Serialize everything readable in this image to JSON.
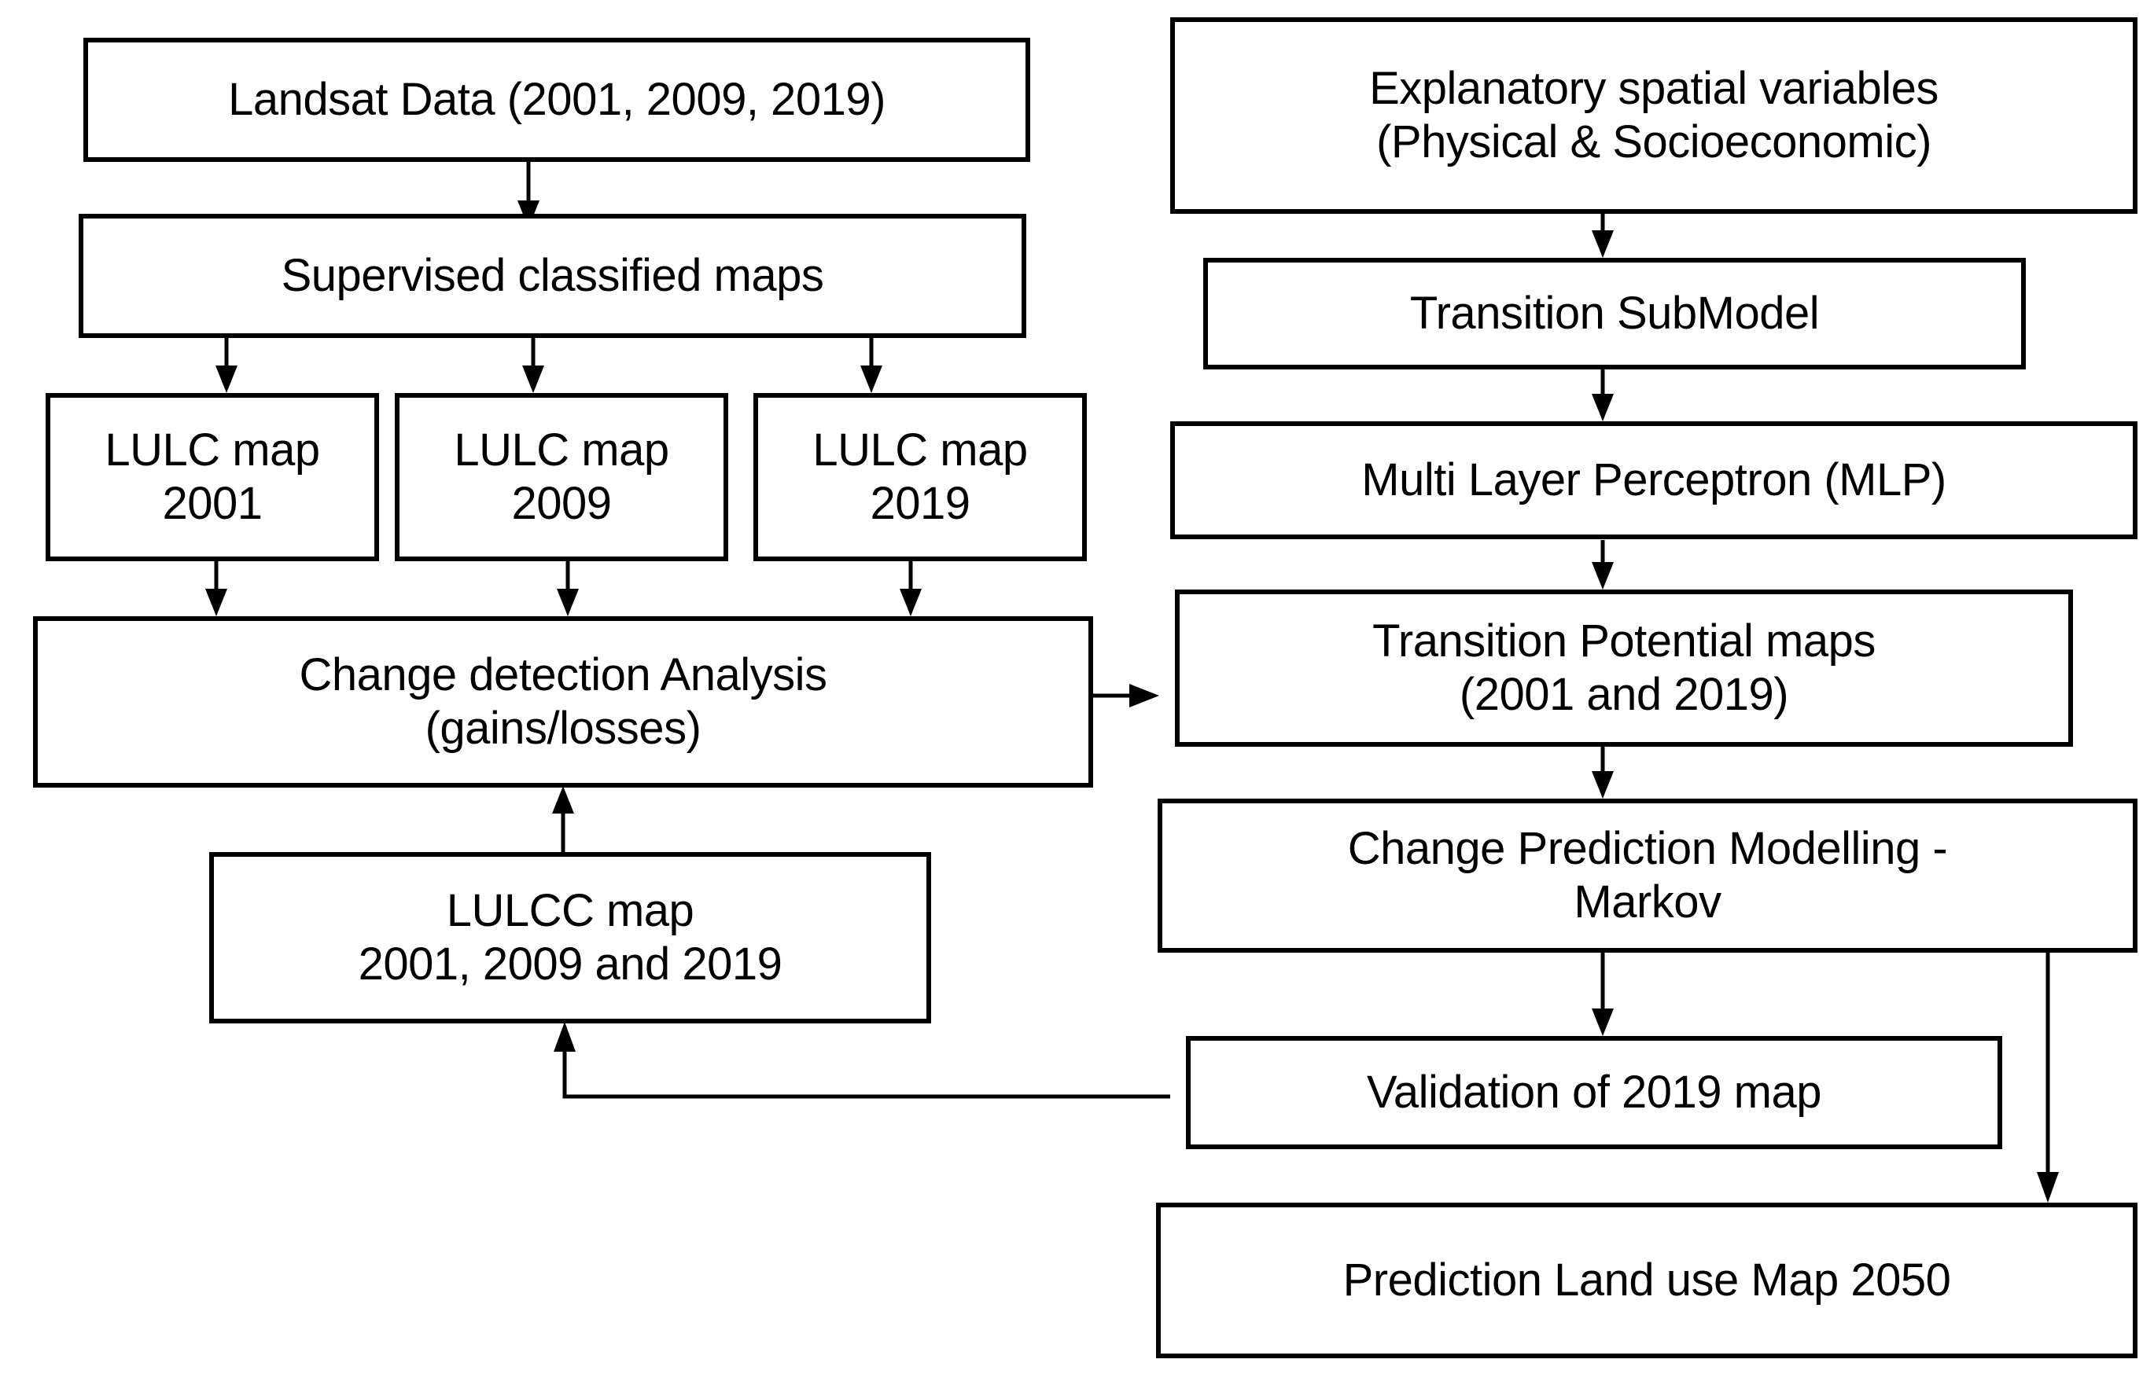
{
  "diagram": {
    "title": "LULC Change Detection and Prediction Modelling Workflow",
    "type": "flowchart",
    "background_color": "#ffffff",
    "stroke_color": "#000000",
    "text_color": "#000000"
  },
  "nodes": {
    "landsat_data": {
      "label": "Landsat Data (2001, 2009, 2019)"
    },
    "supervised_maps": {
      "label": "Supervised classified maps"
    },
    "lulc_2001": {
      "label": "LULC map\n2001"
    },
    "lulc_2009": {
      "label": "LULC map\n2009"
    },
    "lulc_2019": {
      "label": "LULC map\n2019"
    },
    "change_detection": {
      "label": "Change detection Analysis\n(gains/losses)"
    },
    "lulcc_map": {
      "label": "LULCC map\n2001, 2009 and 2019"
    },
    "explanatory_variables": {
      "label": "Explanatory spatial variables\n(Physical & Socioeconomic)"
    },
    "transition_submodel": {
      "label": "Transition SubModel"
    },
    "mlp": {
      "label": "Multi Layer Perceptron (MLP)"
    },
    "transition_potential": {
      "label": "Transition Potential maps\n(2001 and 2019)"
    },
    "change_prediction": {
      "label": "Change Prediction Modelling -\nMarkov"
    },
    "validation": {
      "label": "Validation of 2019 map"
    },
    "prediction_map": {
      "label": "Prediction Land use Map 2050"
    }
  },
  "edges": [
    {
      "from": "landsat_data",
      "to": "supervised_maps",
      "kind": "vertical-arrow"
    },
    {
      "from": "supervised_maps",
      "to": "lulc_2001",
      "kind": "vertical-arrow"
    },
    {
      "from": "supervised_maps",
      "to": "lulc_2009",
      "kind": "vertical-arrow"
    },
    {
      "from": "supervised_maps",
      "to": "lulc_2019",
      "kind": "vertical-arrow"
    },
    {
      "from": "lulc_2001",
      "to": "change_detection",
      "kind": "vertical-arrow"
    },
    {
      "from": "lulc_2009",
      "to": "change_detection",
      "kind": "vertical-arrow"
    },
    {
      "from": "lulc_2019",
      "to": "change_detection",
      "kind": "vertical-arrow"
    },
    {
      "from": "lulcc_map",
      "to": "change_detection",
      "kind": "vertical-arrow-up"
    },
    {
      "from": "change_detection",
      "to": "transition_potential",
      "kind": "horizontal-arrow"
    },
    {
      "from": "explanatory_variables",
      "to": "transition_submodel",
      "kind": "vertical-arrow"
    },
    {
      "from": "transition_submodel",
      "to": "mlp",
      "kind": "vertical-arrow"
    },
    {
      "from": "mlp",
      "to": "transition_potential",
      "kind": "vertical-arrow"
    },
    {
      "from": "transition_potential",
      "to": "change_prediction",
      "kind": "vertical-arrow"
    },
    {
      "from": "change_prediction",
      "to": "validation",
      "kind": "vertical-arrow"
    },
    {
      "from": "validation",
      "to": "lulcc_map",
      "kind": "elbow-arrow-left-up"
    },
    {
      "from": "change_prediction",
      "to": "prediction_map",
      "kind": "elbow-arrow-right-down"
    }
  ]
}
